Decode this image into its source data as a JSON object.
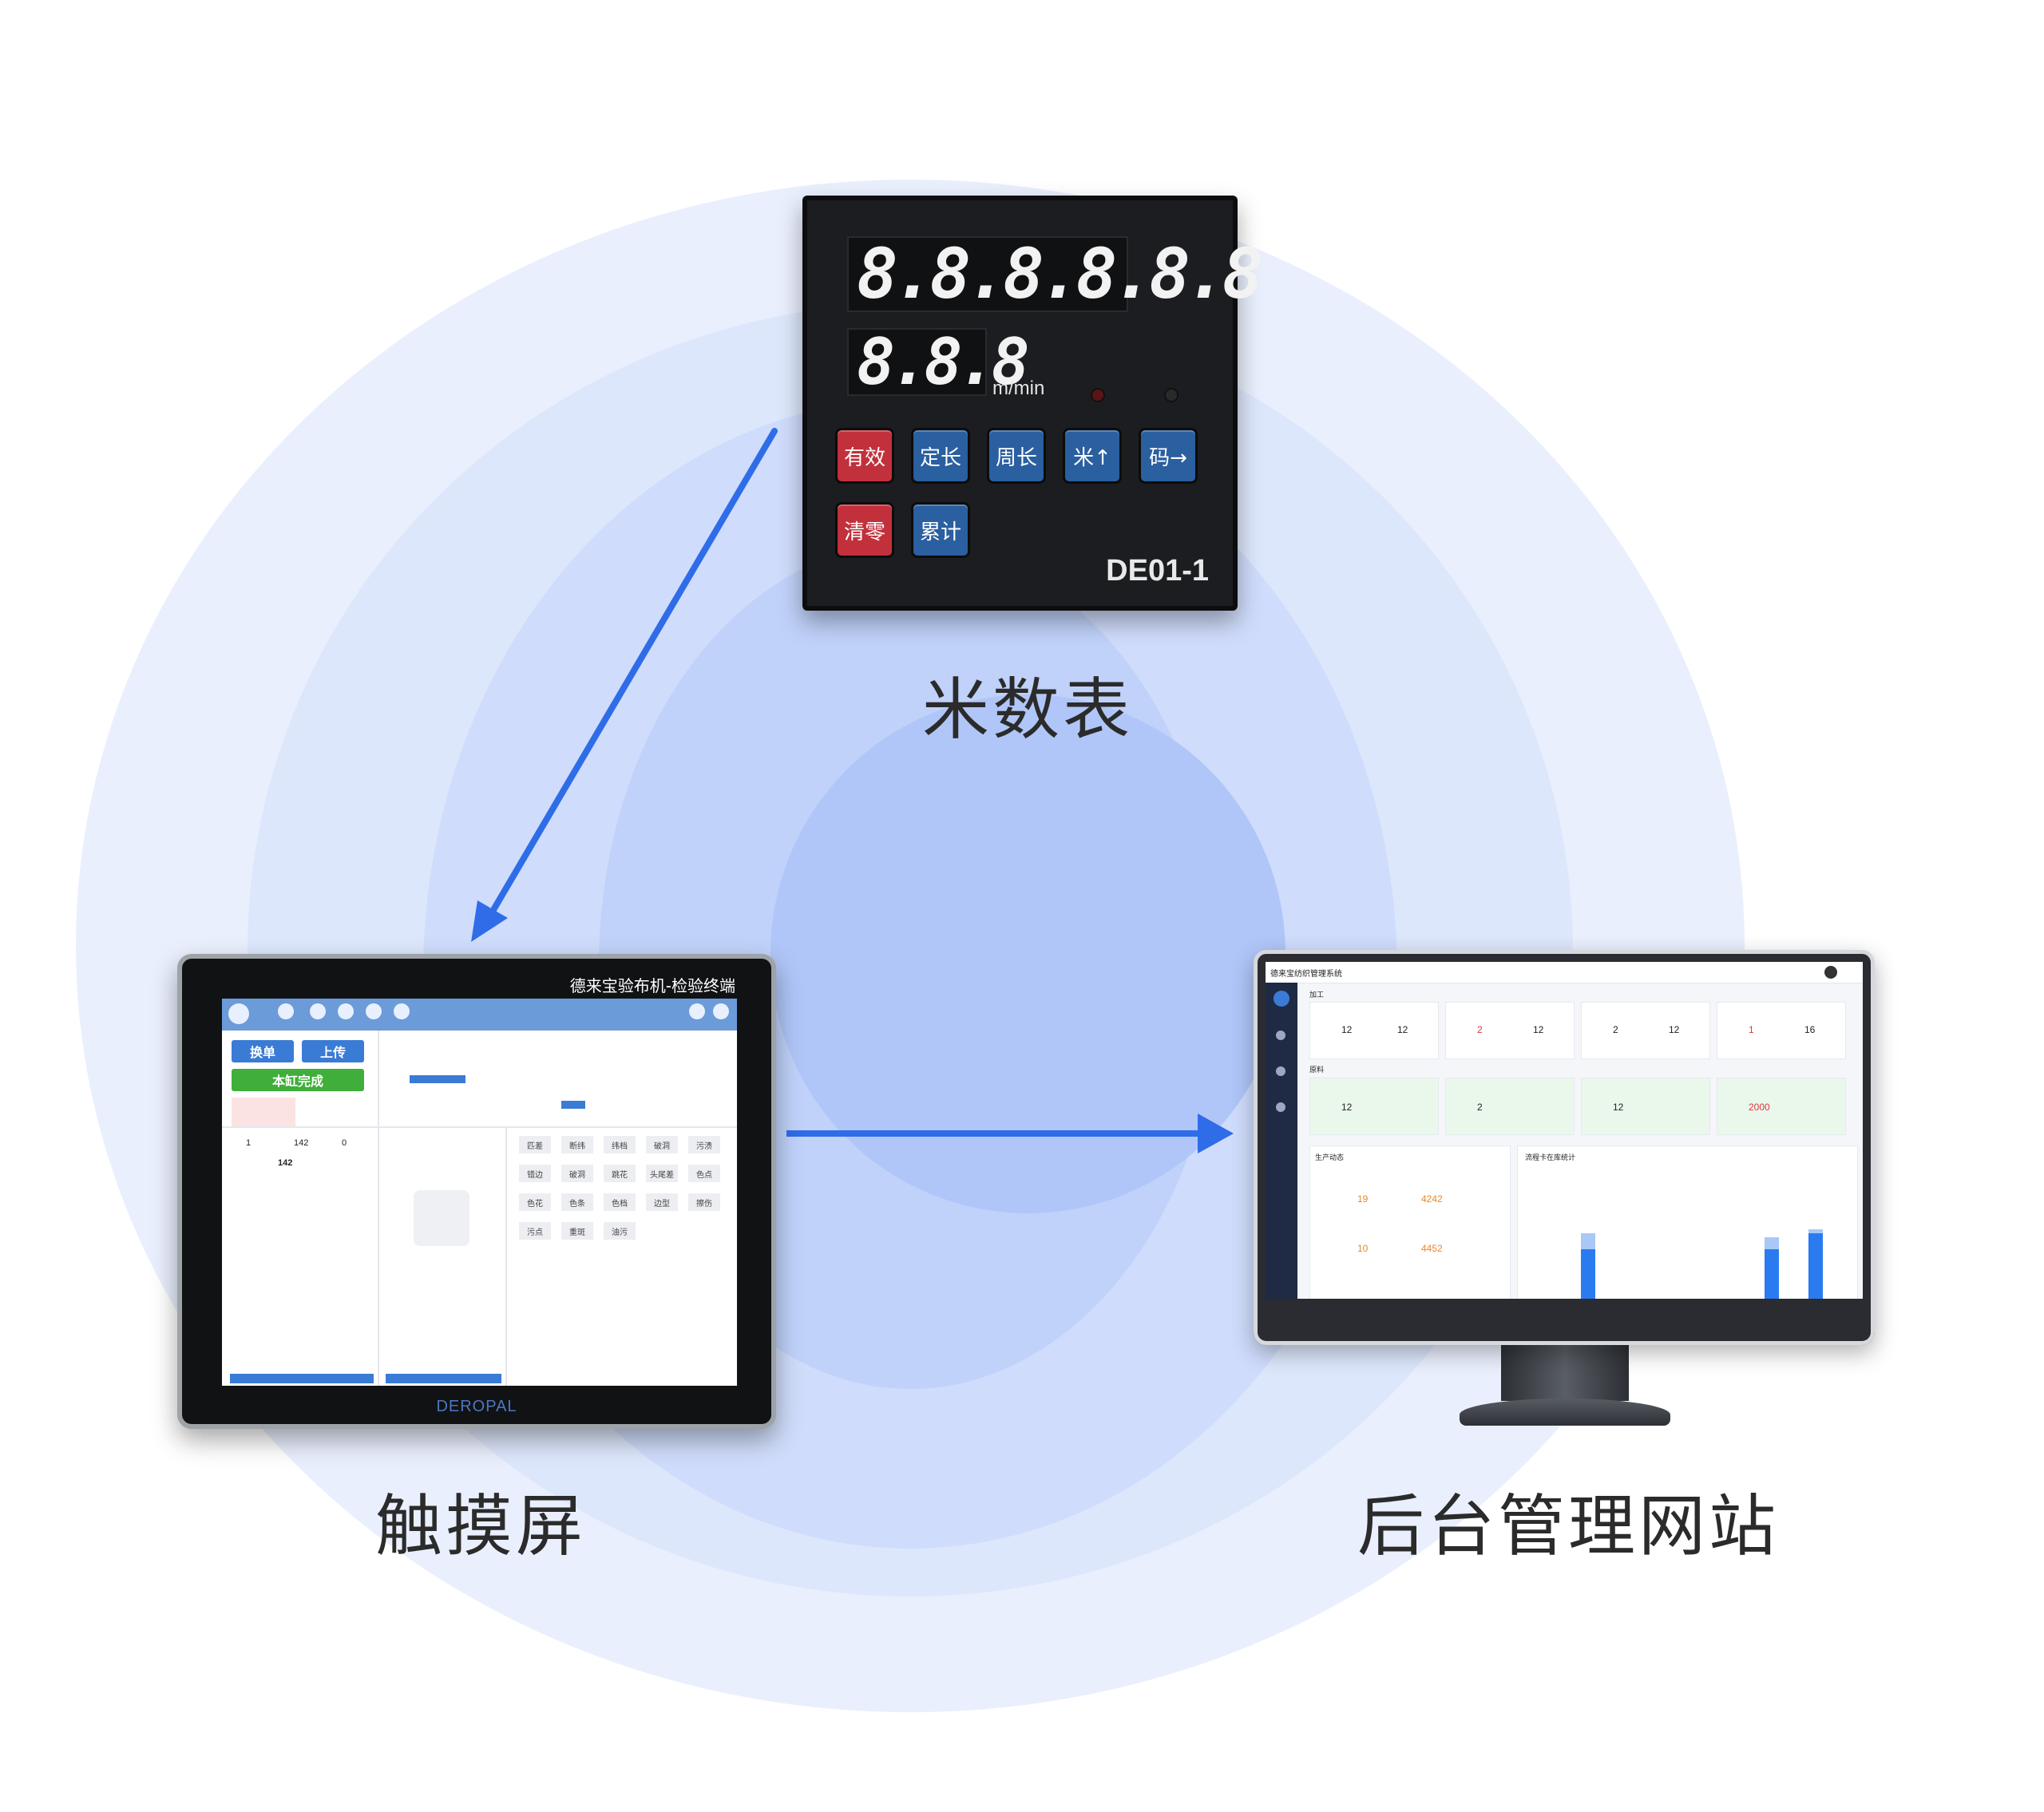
{
  "colors": {
    "ring_outer": "#e9effd",
    "ring_2": "#dde7fc",
    "ring_3": "#cfdcfb",
    "ring_4": "#c0d2fa",
    "ring_inner": "#b0c6f8",
    "arrow": "#2f6ce8"
  },
  "captions": {
    "meter": "米数表",
    "touchscreen": "触摸屏",
    "backend": "后台管理网站"
  },
  "meter": {
    "display_top": "8.8.8.8.8.8",
    "display_bottom": "8.8.8",
    "unit": "m/min",
    "buttons_row1": [
      "有效",
      "定长",
      "周长",
      "米↑",
      "码→"
    ],
    "buttons_row2": [
      "清零",
      "累计"
    ],
    "model": "DE01-1"
  },
  "tablet": {
    "title": "德来宝验布机-检验终端",
    "btn_change": "换单",
    "btn_upload": "上传",
    "btn_done": "本缸完成",
    "stat_a": "1",
    "stat_b": "142",
    "stat_c": "0",
    "length": "142",
    "defects": [
      "匹差",
      "断纬",
      "纬档",
      "破洞",
      "污渍",
      "错边",
      "破洞",
      "跳花",
      "头尾差",
      "色点",
      "色花",
      "色条",
      "色档",
      "边型",
      "擦伤",
      "污点",
      "重斑",
      "油污"
    ],
    "brand": "DEROPAL"
  },
  "monitor": {
    "title": "德来宝纺织管理系统",
    "section1": "加工",
    "section2": "原料",
    "section3": "生产动态",
    "section4": "流程卡在库统计",
    "cards_top": [
      "12",
      "2",
      "2",
      "1"
    ],
    "cards_top_b": [
      "12",
      "12",
      "12",
      "16"
    ],
    "cards_bottom": [
      "12",
      "2",
      "12",
      "2000"
    ],
    "dyn_1": "19",
    "dyn_2": "4242",
    "dyn_3": "10",
    "dyn_4": "4452"
  }
}
